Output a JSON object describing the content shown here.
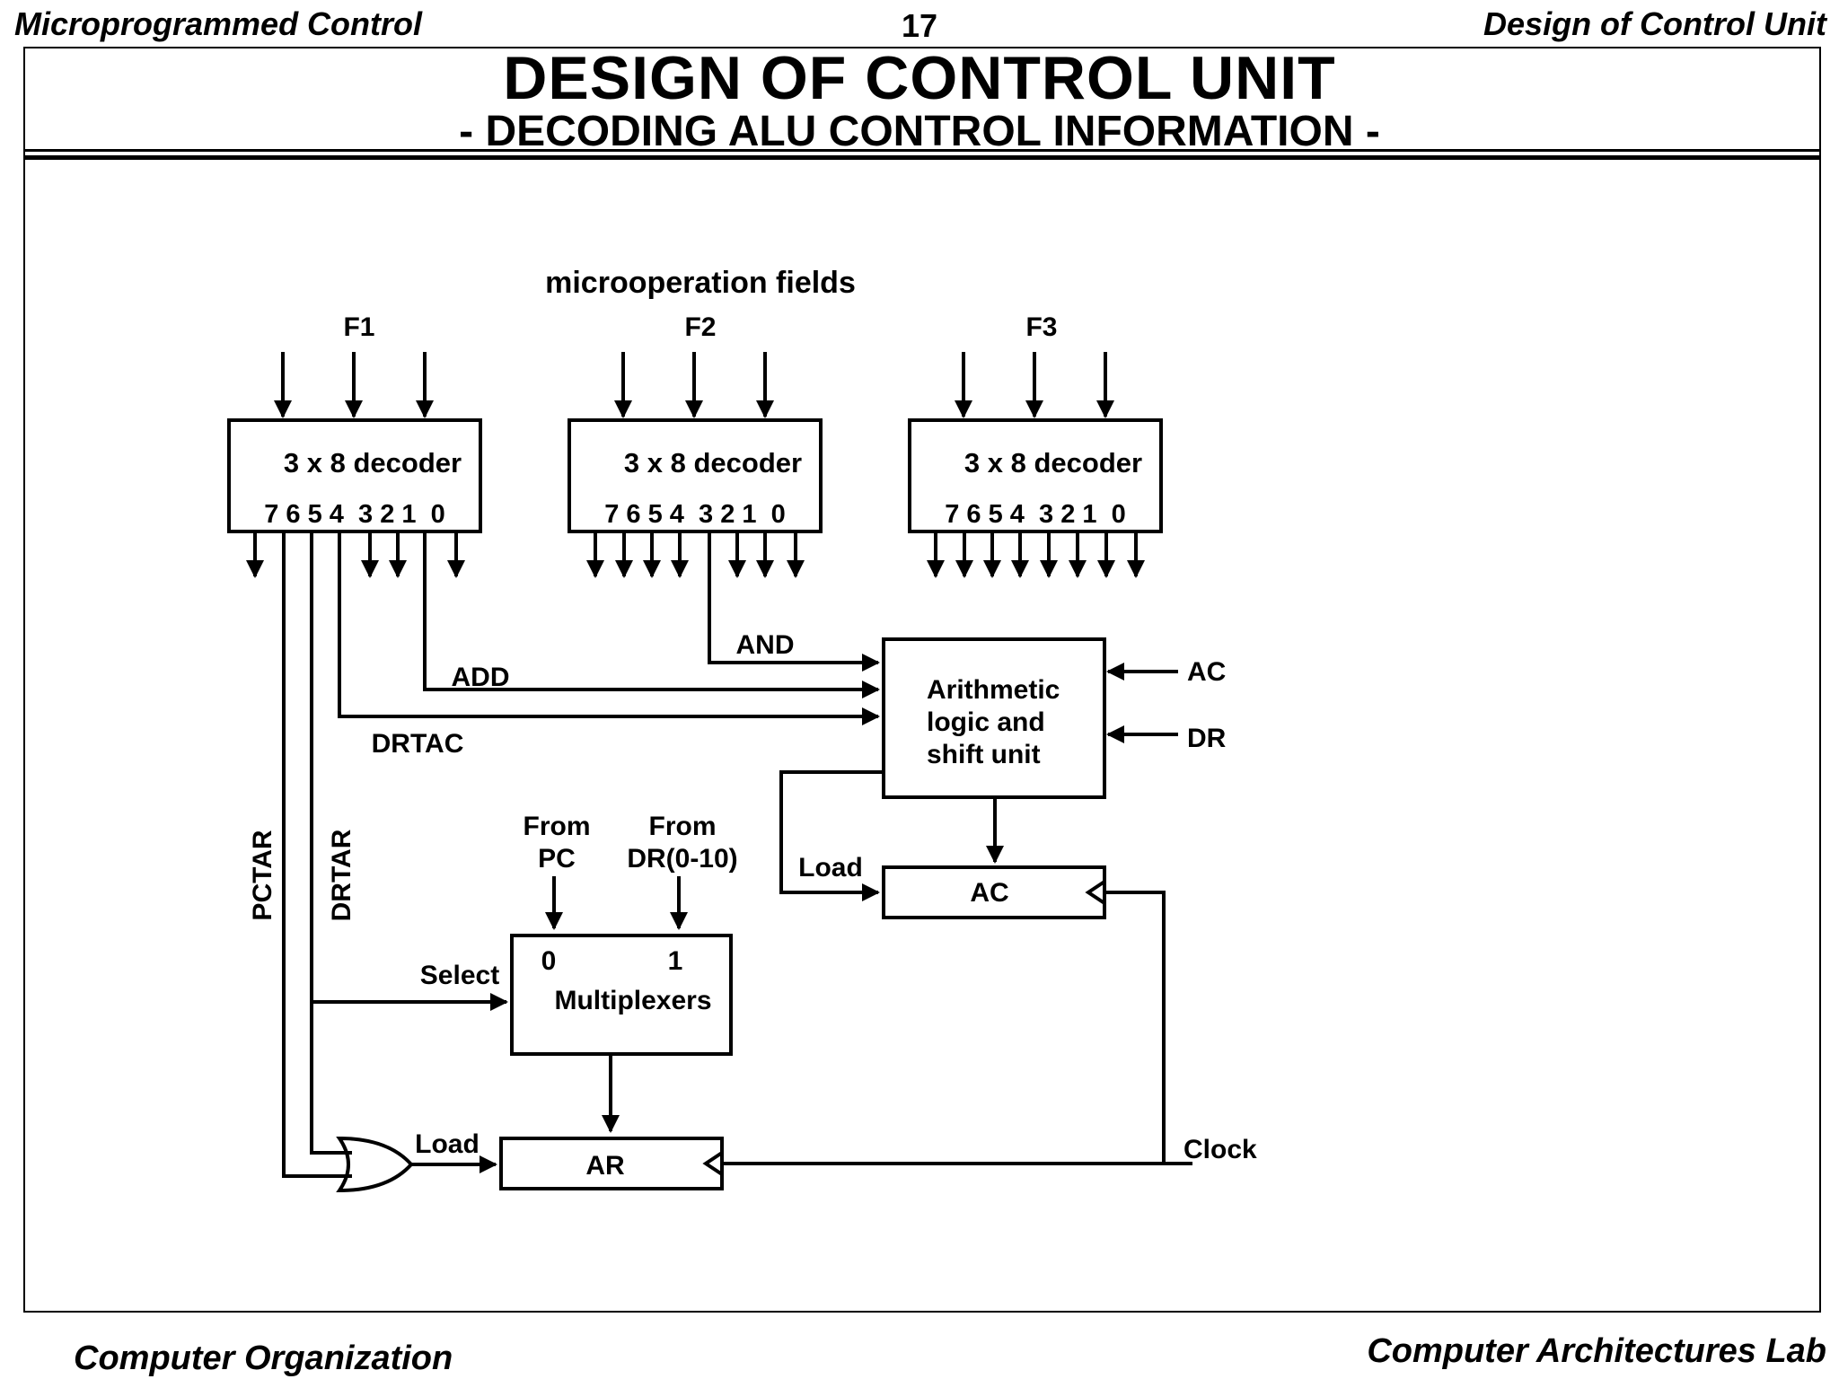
{
  "header": {
    "left": "Microprogrammed Control",
    "page_number": "17",
    "right": "Design of Control Unit"
  },
  "title": "DESIGN  OF  CONTROL  UNIT",
  "subtitle": "- DECODING  ALU CONTROL INFORMATION -",
  "diagram": {
    "fields_label": "microoperation fields",
    "f1_label": "F1",
    "f2_label": "F2",
    "f3_label": "F3",
    "decoder_label": "3 x 8 decoder",
    "decoder_pins": "7 6 5 4  3 2 1  0",
    "and_label": "AND",
    "add_label": "ADD",
    "drtac_label": "DRTAC",
    "pctar_label": "PCTAR",
    "drtar_label": "DRTAR",
    "alu_line1": "Arithmetic",
    "alu_line2": "logic and",
    "alu_line3": "shift unit",
    "ac_input": "AC",
    "dr_input": "DR",
    "ac_register": "AC",
    "load_ac": "Load",
    "from_pc_line1": "From",
    "from_pc_line2": "PC",
    "from_dr_line1": "From",
    "from_dr_line2": "DR(0-10)",
    "mux_input0": "0",
    "mux_input1": "1",
    "mux_label": "Multiplexers",
    "select_label": "Select",
    "ar_register": "AR",
    "load_ar": "Load",
    "clock_label": "Clock"
  },
  "footer": {
    "left": "Computer Organization",
    "right": "Computer Architectures Lab"
  }
}
